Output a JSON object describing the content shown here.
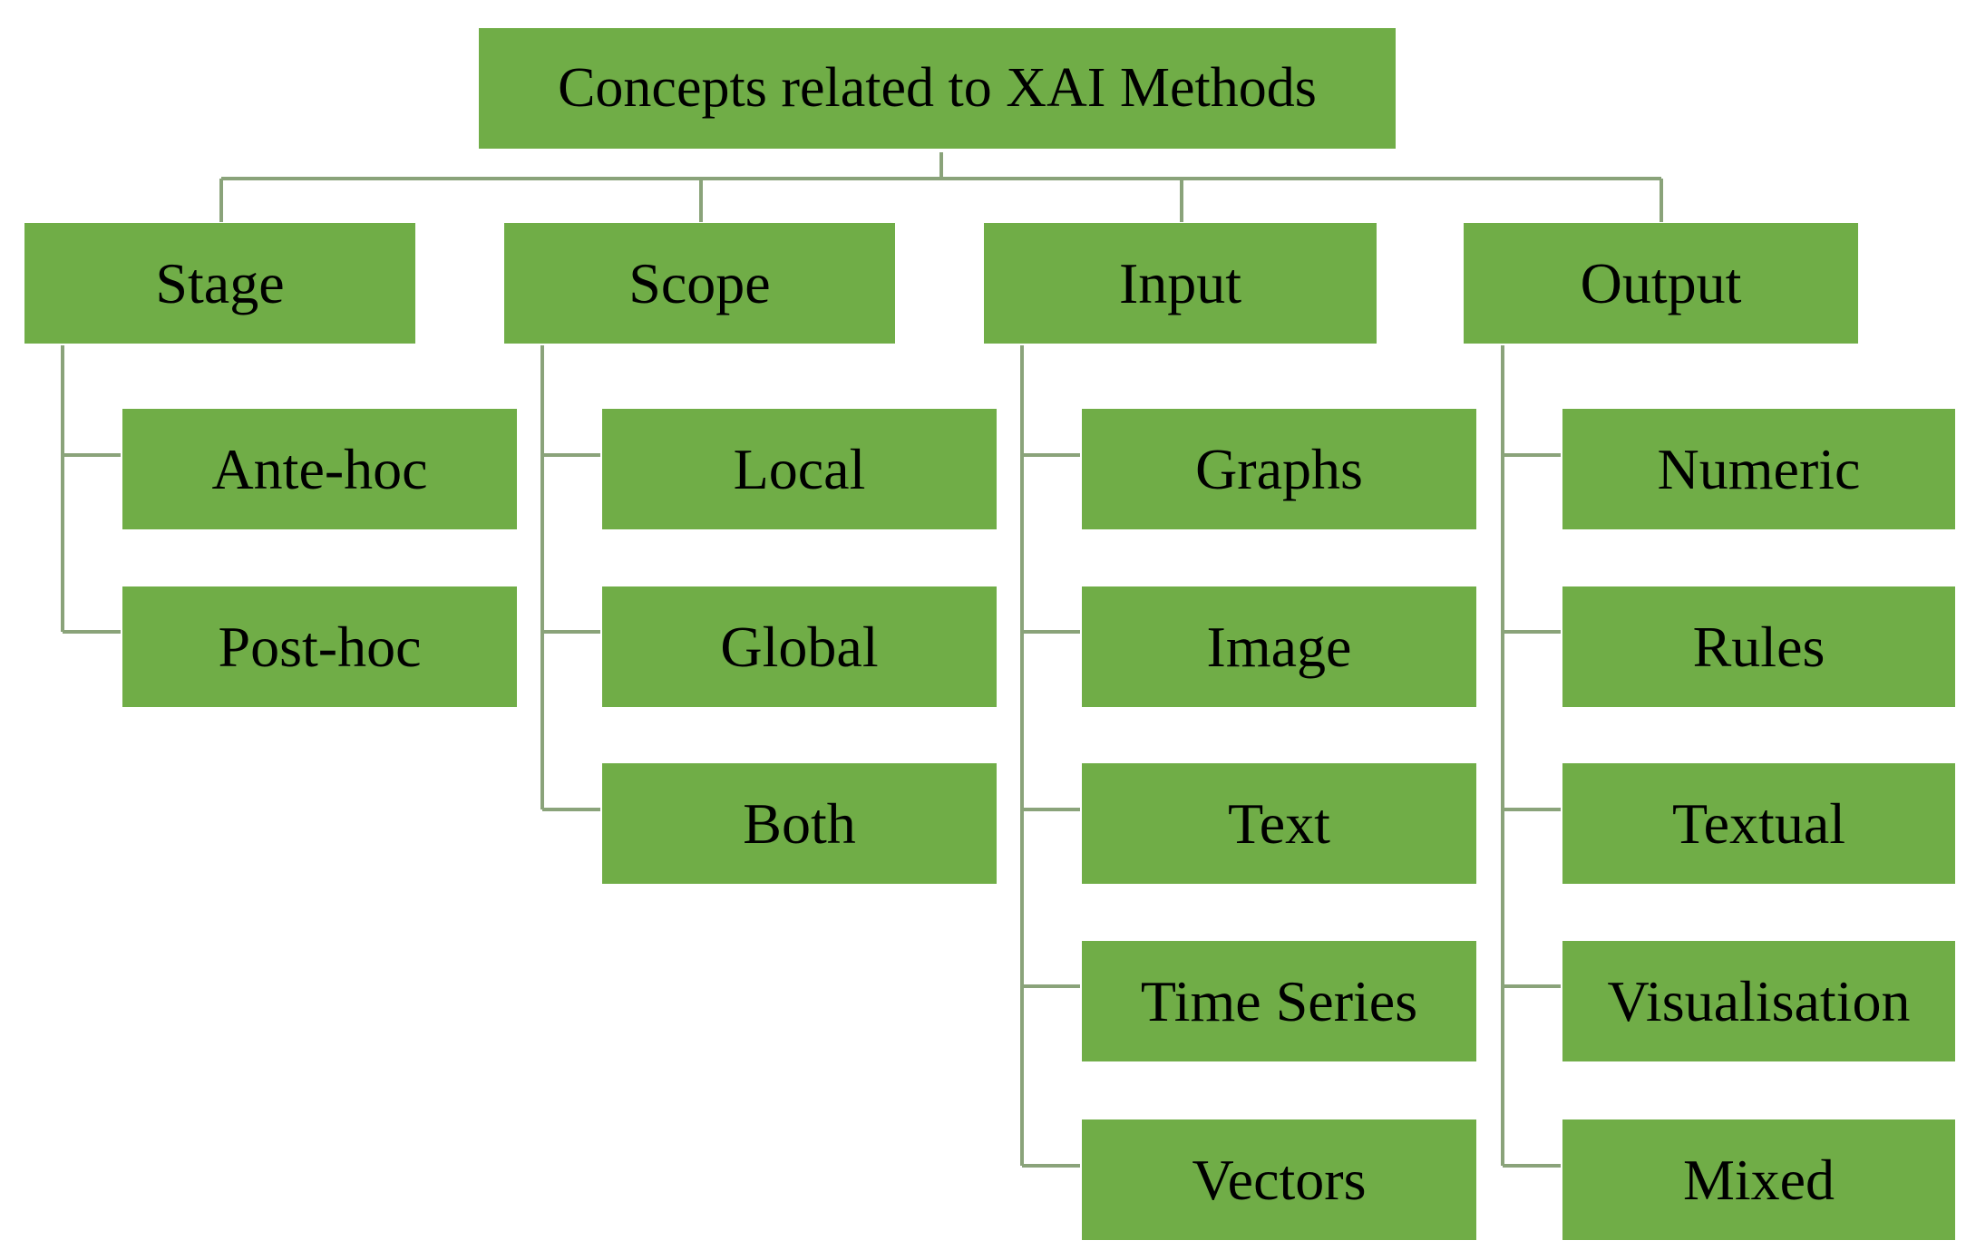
{
  "diagram": {
    "root": {
      "label": "Concepts related to XAI Methods"
    },
    "categories": [
      {
        "label": "Stage",
        "children": [
          "Ante-hoc",
          "Post-hoc"
        ]
      },
      {
        "label": "Scope",
        "children": [
          "Local",
          "Global",
          "Both"
        ]
      },
      {
        "label": "Input",
        "children": [
          "Graphs",
          "Image",
          "Text",
          "Time Series",
          "Vectors"
        ]
      },
      {
        "label": "Output",
        "children": [
          "Numeric",
          "Rules",
          "Textual",
          "Visualisation",
          "Mixed"
        ]
      }
    ]
  },
  "colors": {
    "box_fill": "#70ad47",
    "connector": "#8aa37a",
    "text": "#000000"
  }
}
